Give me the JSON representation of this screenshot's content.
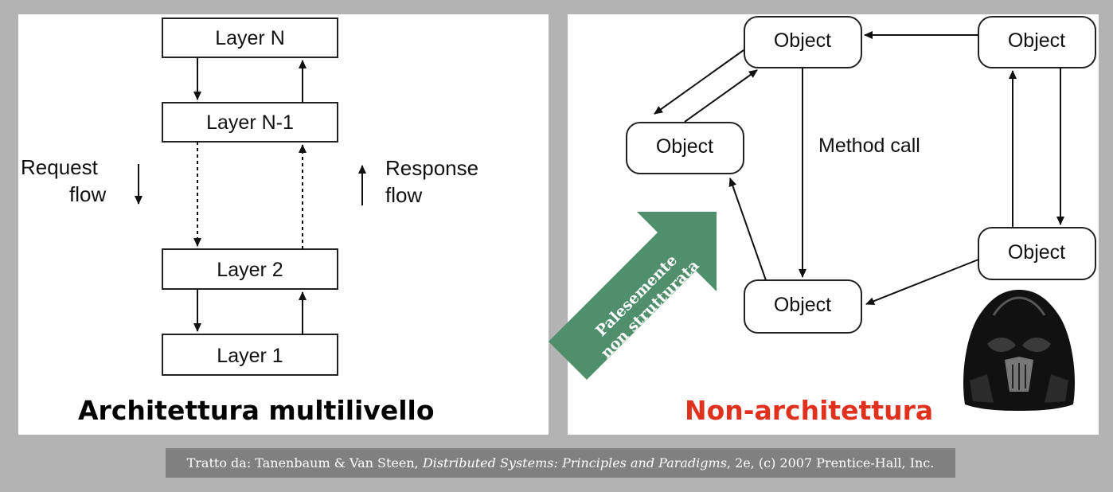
{
  "left": {
    "layers": {
      "n": "Layer N",
      "n_minus_1": "Layer N-1",
      "l2": "Layer 2",
      "l1": "Layer 1"
    },
    "request_flow": [
      "Request",
      "flow"
    ],
    "response_flow": [
      "Response",
      "flow"
    ],
    "caption": "Architettura multilivello"
  },
  "right": {
    "object_label": "Object",
    "method_call": "Method call",
    "banner": [
      "Palesemente",
      "non strutturata"
    ],
    "caption": "Non-architettura",
    "colors": {
      "banner": "#4f8f6b",
      "caption": "#e0311f"
    },
    "image_icon": "darth-vader-helmet"
  },
  "credit": {
    "prefix": "Tratto da: Tanenbaum & Van Steen, ",
    "title": "Distributed Systems: Principles and Paradigms",
    "suffix": ", 2e, (c) 2007 Prentice-Hall, Inc."
  }
}
